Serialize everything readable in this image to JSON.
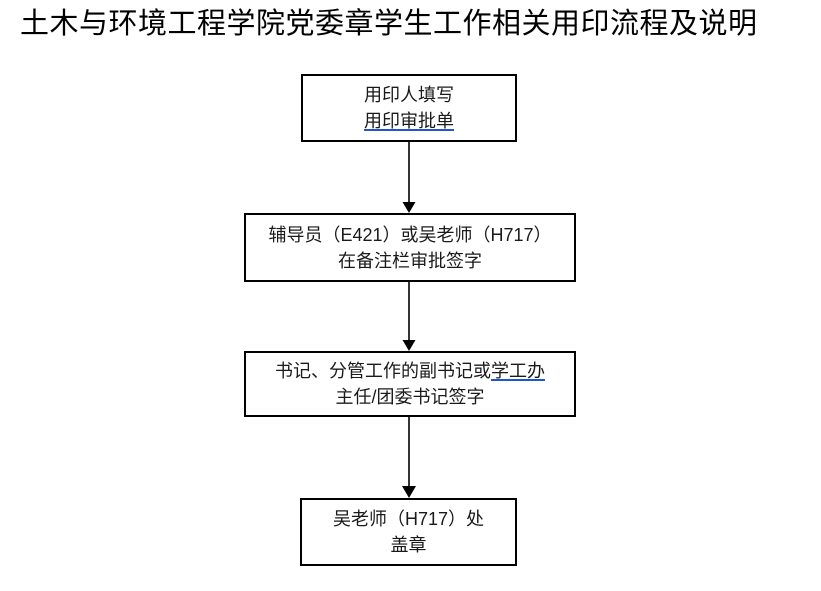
{
  "page": {
    "title": "土木与环境工程学院党委章学生工作相关用印流程及说明",
    "background_color": "#ffffff",
    "text_color": "#000000",
    "link_underline_color": "#2255cc"
  },
  "flowchart": {
    "type": "vertical-flow",
    "node_count": 4,
    "connector_count": 3,
    "nodes": [
      {
        "id": "node-1",
        "lines": [
          {
            "text": "用印人填写",
            "link": false
          },
          {
            "text": "用印审批单",
            "link": true
          }
        ]
      },
      {
        "id": "node-2",
        "lines": [
          {
            "text": "辅导员（E421）或吴老师（H717）",
            "link": false
          },
          {
            "text": "在备注栏审批签字",
            "link": false
          }
        ]
      },
      {
        "id": "node-3",
        "lines": [
          {
            "text_before": "书记、分管工作的副书记或",
            "link_text": "学工办",
            "link": true
          },
          {
            "text": "主任/团委书记签字",
            "link": false
          }
        ]
      },
      {
        "id": "node-4",
        "lines": [
          {
            "text": "吴老师（H717）处",
            "link": false
          },
          {
            "text": "盖章",
            "link": false
          }
        ]
      }
    ],
    "connectors": [
      {
        "id": "connector-1",
        "from": "node-1",
        "to": "node-2",
        "style": "solid-line-with-filled-arrowhead"
      },
      {
        "id": "connector-2",
        "from": "node-2",
        "to": "node-3",
        "style": "solid-line-with-filled-arrowhead"
      },
      {
        "id": "connector-3",
        "from": "node-3",
        "to": "node-4",
        "style": "solid-line-with-filled-arrowhead"
      }
    ]
  }
}
